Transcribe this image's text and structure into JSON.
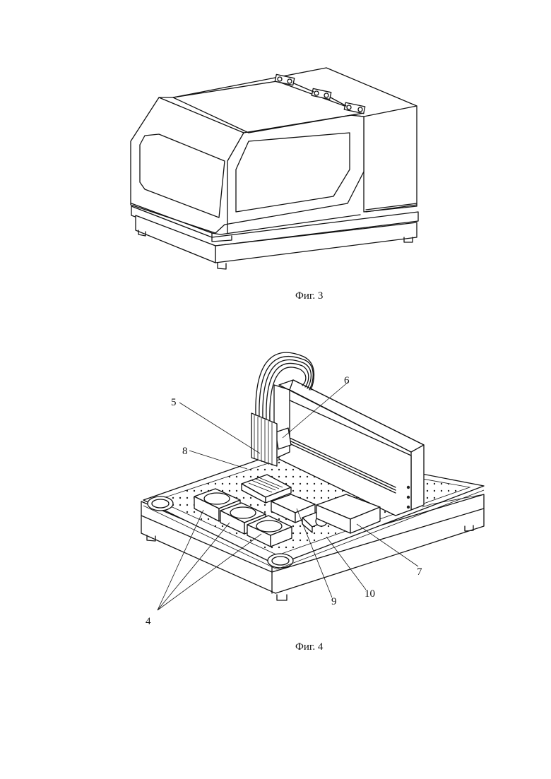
{
  "figures": [
    {
      "id": "fig3",
      "caption": "Фиг. 3",
      "labels": []
    },
    {
      "id": "fig4",
      "caption": "Фиг. 4",
      "labels": [
        {
          "id": "label-4",
          "text": "4"
        },
        {
          "id": "label-5",
          "text": "5"
        },
        {
          "id": "label-6",
          "text": "6"
        },
        {
          "id": "label-7",
          "text": "7"
        },
        {
          "id": "label-8",
          "text": "8"
        },
        {
          "id": "label-9",
          "text": "9"
        },
        {
          "id": "label-10",
          "text": "10"
        }
      ]
    }
  ]
}
